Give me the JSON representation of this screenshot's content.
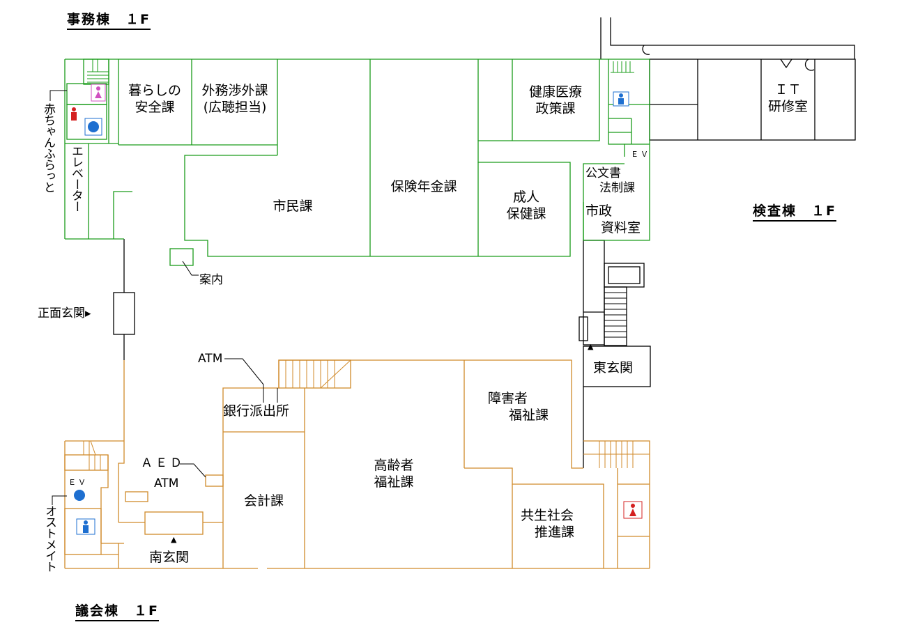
{
  "buildings": {
    "jimu": "事務棟　１F",
    "kensa": "検査棟　１F",
    "gikai": "議会棟　１F"
  },
  "rooms": {
    "kurashi": [
      "暮らしの",
      "安全課"
    ],
    "gaimu": [
      "外務渉外課",
      "(広聴担当)"
    ],
    "shimin": "市民課",
    "hoken_nenkin": "保険年金課",
    "kenko": [
      "健康医療",
      "政策課"
    ],
    "seijin": [
      "成人",
      "保健課"
    ],
    "bunsho": [
      "公文書",
      "法制課"
    ],
    "shisei": [
      "市政",
      "資料室"
    ],
    "it": [
      "ＩＴ",
      "研修室"
    ],
    "ginko": "銀行派出所",
    "shogai": [
      "障害者",
      "福祉課"
    ],
    "koreisha": [
      "高齢者",
      "福祉課"
    ],
    "kaikei": "会計課",
    "kyosei": [
      "共生社会",
      "推進課"
    ]
  },
  "labels": {
    "akachan": "赤ちゃんふらっと",
    "elevator": "エレベーター",
    "annai": "案内",
    "shomen": "正面玄関▸",
    "higashi": "東玄関",
    "higashi_arrow": "▲",
    "minami": "南玄関",
    "minami_arrow": "▲",
    "atm_top": "ATM",
    "atm_left": "ATM",
    "aed": "ＡＥＤ",
    "ev_east": "ＥＶ",
    "ev_south": "ＥＶ",
    "ostomate": "オストメイト"
  },
  "colors": {
    "jimu_walls": "#1a9c1a",
    "gikai_walls": "#d08a2a",
    "kensa_walls": "#000000",
    "restroom_blue": "#1e6fd0",
    "restroom_red": "#d42020",
    "restroom_pink": "#d050c0"
  },
  "icons": [
    "restroom-mens-icon",
    "restroom-womens-icon",
    "restroom-accessible-icon",
    "baby-room-icon"
  ]
}
